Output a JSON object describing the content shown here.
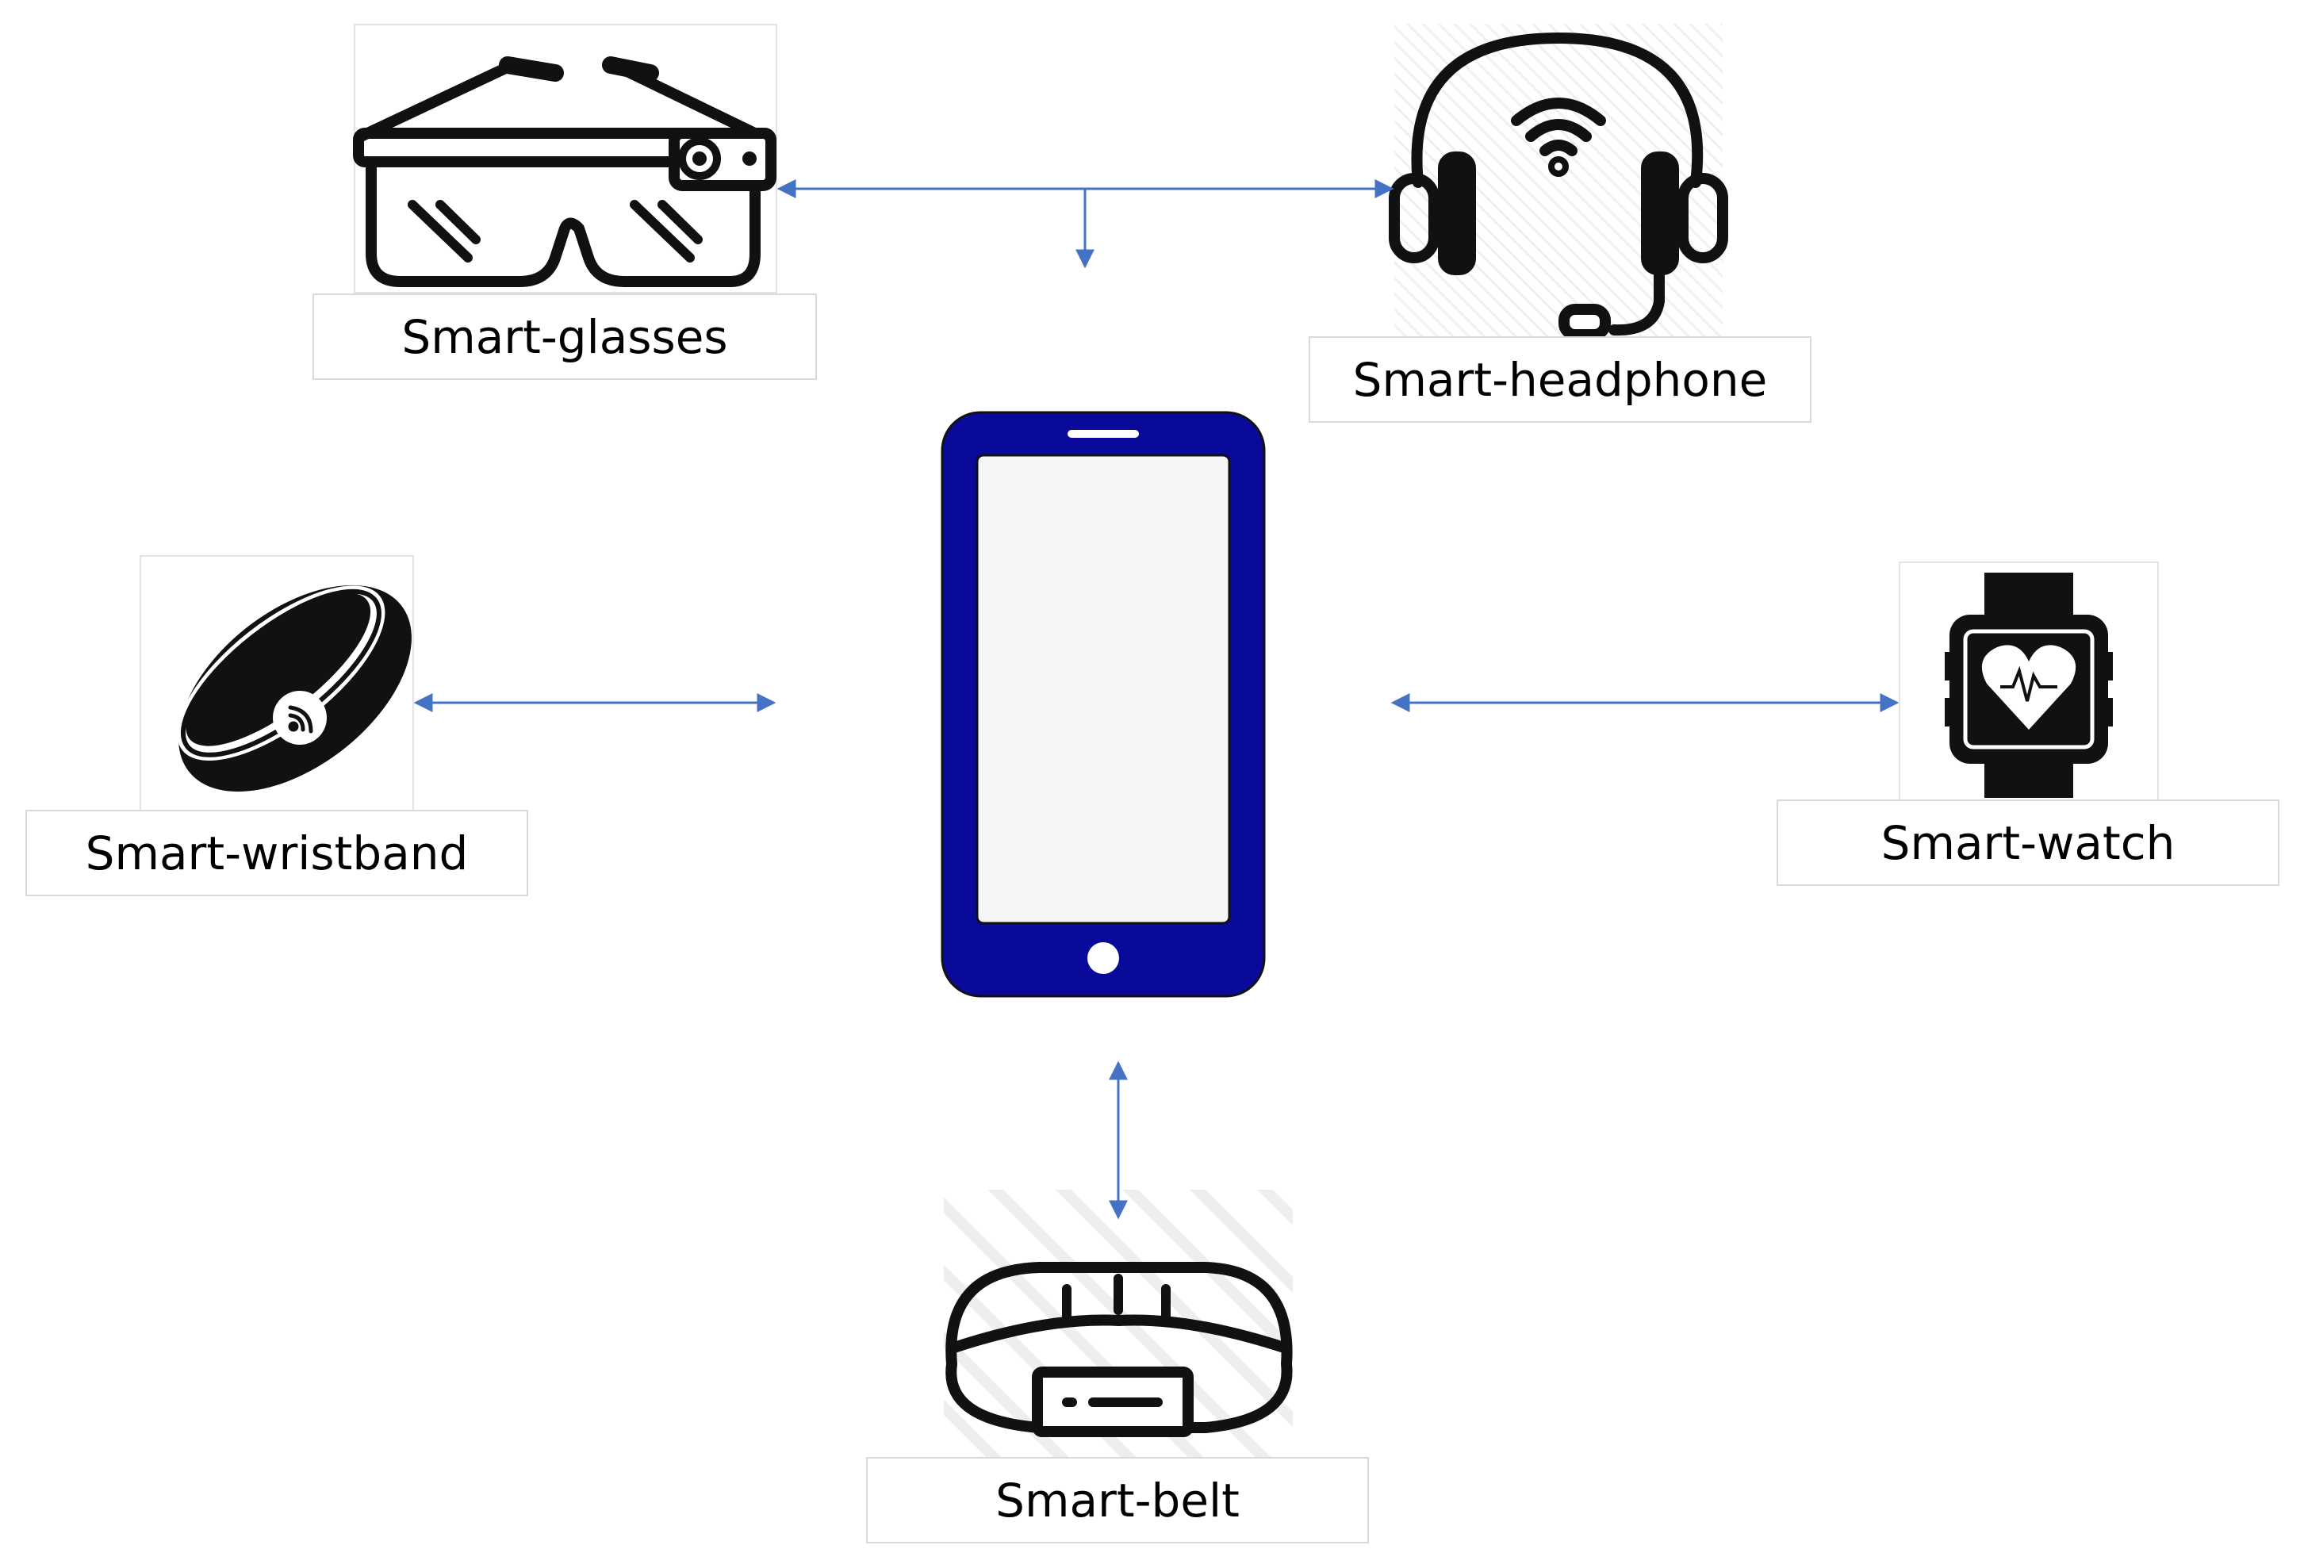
{
  "devices": {
    "glasses": {
      "label": "Smart-glasses",
      "icon": "smart-glasses-icon"
    },
    "headphone": {
      "label": "Smart-headphone",
      "icon": "smart-headphone-icon"
    },
    "wristband": {
      "label": "Smart-wristband",
      "icon": "smart-wristband-icon"
    },
    "watch": {
      "label": "Smart-watch",
      "icon": "smart-watch-icon"
    },
    "belt": {
      "label": "Smart-belt",
      "icon": "smart-belt-icon"
    },
    "phone": {
      "icon": "smartphone-icon"
    }
  },
  "colors": {
    "arrow": "#4472c4",
    "phone_body": "#0a0a9a",
    "phone_screen": "#f5f5f5",
    "icon": "#111111",
    "label_border": "#d9d9d9"
  }
}
